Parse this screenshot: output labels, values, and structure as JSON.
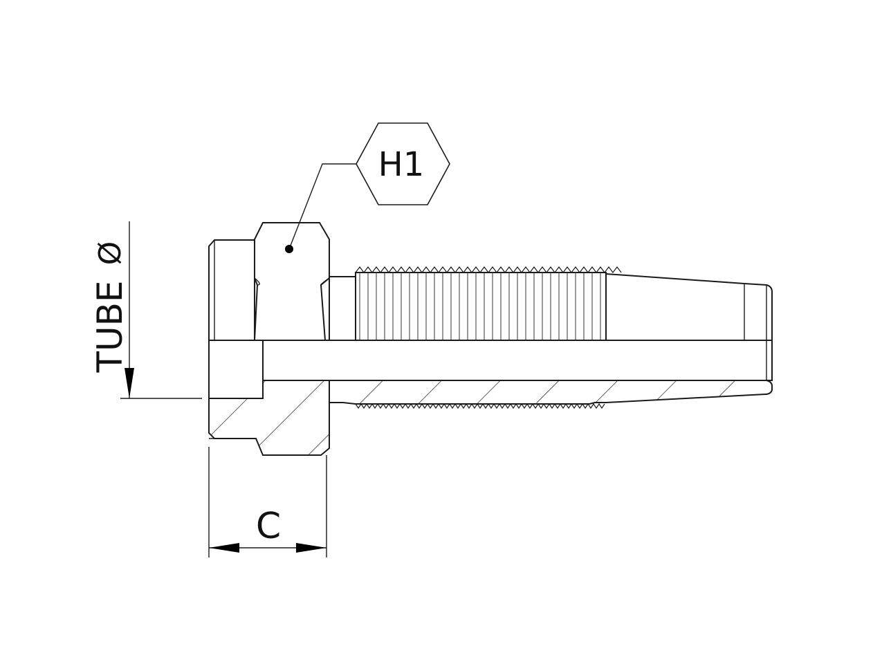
{
  "labels": {
    "hex_size": "H1",
    "tube_diameter": "TUBE",
    "diameter_symbol": "Ø",
    "nut_length": "C"
  },
  "colors": {
    "line": "#1a1a1a",
    "background": "#ffffff",
    "metal_light": "#f4f4f6",
    "metal_mid": "#c9c9cf",
    "metal_dark": "#8a8a92"
  },
  "icons": {
    "hex_callout": "hexagon-icon",
    "dimension_arrow": "arrowhead-icon"
  }
}
